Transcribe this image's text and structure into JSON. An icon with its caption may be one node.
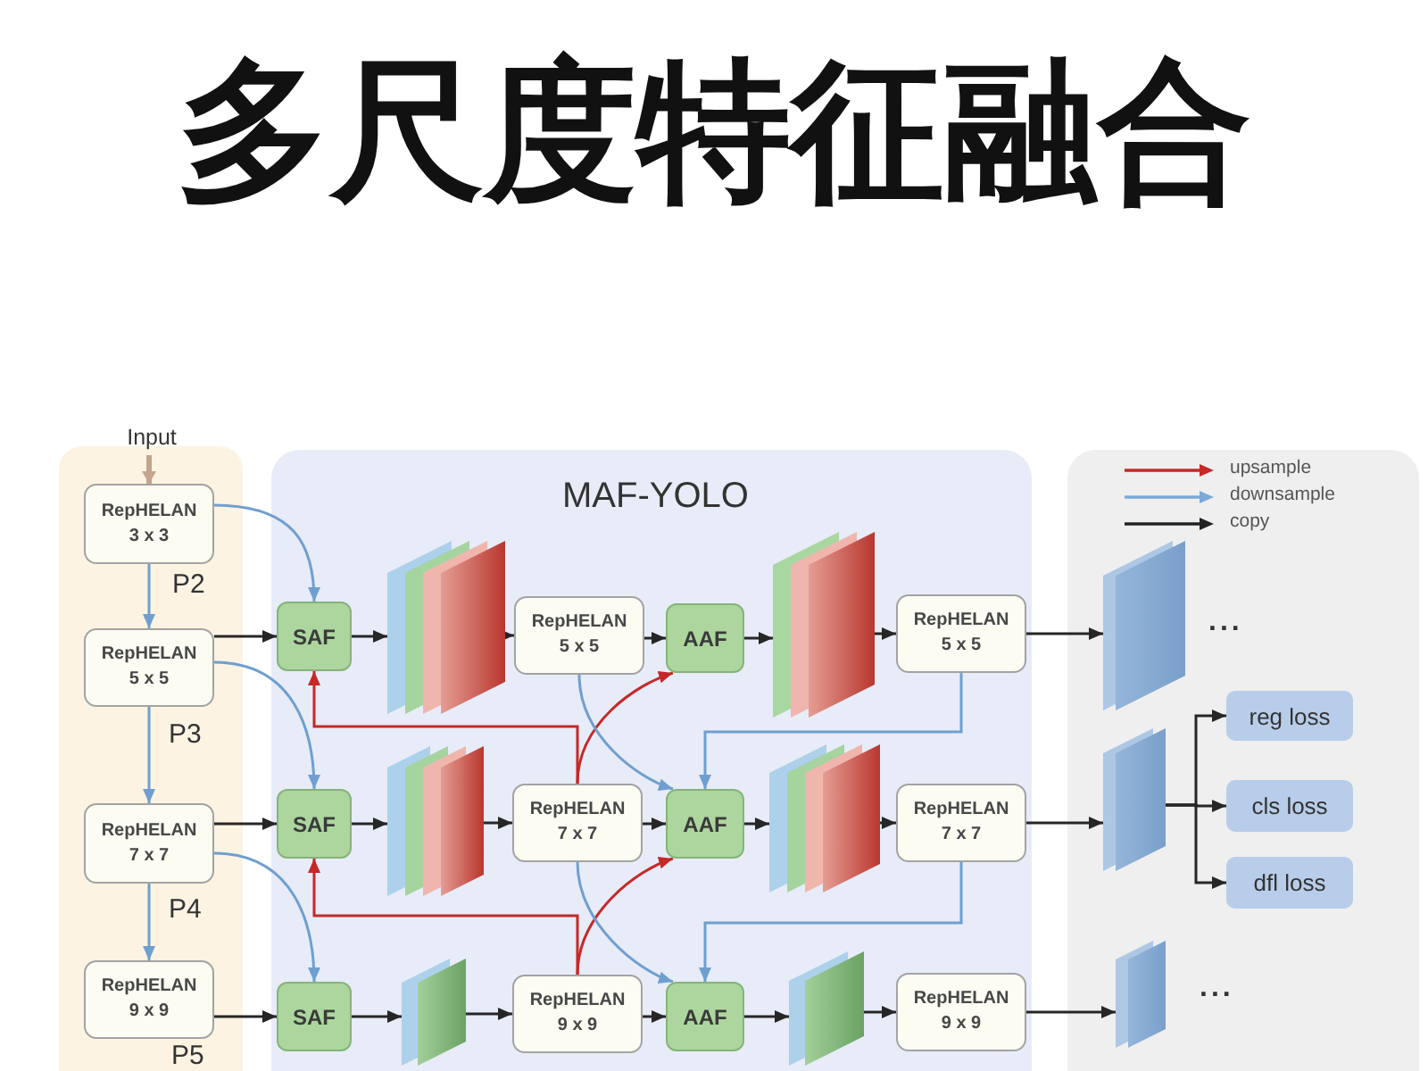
{
  "diagram": {
    "title": "多尺度特征融合",
    "nodes": [
      {
        "text": [
          "Input"
        ]
      },
      {
        "text": [],
        "shape": "box"
      },
      {
        "text": [
          "RepHELAN 3 x 3"
        ],
        "in": 1
      },
      {
        "text": [
          "RepHELAN 5 x 5"
        ],
        "in": 1
      },
      {
        "text": [
          "RepHELAN 7 x 7"
        ],
        "in": 1
      },
      {
        "text": [
          "RepHELAN 9 x 9"
        ],
        "in": 1
      },
      {
        "text": [
          "MAF-YOLO"
        ]
      },
      {
        "text": [
          "SAF"
        ],
        "in": 6
      },
      {
        "text": [],
        "shape": "cuboid",
        "in": 6
      },
      {
        "text": [
          "RepHELAN 5 x 5"
        ],
        "in": 6
      },
      {
        "text": [
          "AAF"
        ],
        "in": 6
      },
      {
        "text": [],
        "shape": "cuboid",
        "in": 6
      },
      {
        "text": [
          "RepHELAN 5 x 5"
        ],
        "in": 6
      },
      {
        "text": [
          "SAF"
        ],
        "in": 6
      },
      {
        "text": [],
        "shape": "cuboid",
        "in": 6
      },
      {
        "text": [
          "RepHELAN 7 x 7"
        ],
        "in": 6
      },
      {
        "text": [
          "AAF"
        ],
        "in": 6
      },
      {
        "text": [],
        "shape": "cuboid",
        "in": 6
      },
      {
        "text": [
          "RepHELAN 7 x 7"
        ],
        "in": 6
      },
      {
        "text": [
          "SAF"
        ],
        "in": 6
      },
      {
        "text": [],
        "shape": "cuboid",
        "in": 6
      },
      {
        "text": [
          "RepHELAN 9 x 9"
        ],
        "in": 6
      },
      {
        "text": [
          "AAF"
        ],
        "in": 6
      },
      {
        "text": [],
        "shape": "cuboid",
        "in": 6
      },
      {
        "text": [
          "RepHELAN 9 x 9"
        ],
        "in": 6
      },
      {
        "text": [],
        "shape": "box"
      },
      {
        "text": [],
        "shape": "cuboid",
        "in": 25
      },
      {
        "text": [
          "reg loss"
        ],
        "in": 25
      },
      {
        "text": [],
        "shape": "cuboid",
        "in": 25
      },
      {
        "text": [
          "cls loss"
        ],
        "in": 25
      },
      {
        "text": [
          "dfl loss"
        ],
        "in": 25
      },
      {
        "text": [],
        "shape": "cuboid",
        "in": 25
      }
    ],
    "edges": [
      {
        "from": 0,
        "to": 2,
        "arrow": "to",
        "style": "thick",
        "color": "#c4a48f"
      },
      {
        "from": 2,
        "to": 3,
        "arrow": "to",
        "color": "#6f9fd0",
        "label": "P2"
      },
      {
        "from": 3,
        "to": 4,
        "arrow": "to",
        "color": "#6f9fd0",
        "label": "P3"
      },
      {
        "from": 4,
        "to": 5,
        "arrow": "to",
        "color": "#6f9fd0",
        "label": "P4"
      },
      {
        "from": 2,
        "to": 7,
        "arrow": "to",
        "color": "#6f9fd0"
      },
      {
        "from": 3,
        "to": 7,
        "arrow": "to"
      },
      {
        "from": 3,
        "to": 13,
        "arrow": "to",
        "color": "#6f9fd0"
      },
      {
        "from": 4,
        "to": 13,
        "arrow": "to"
      },
      {
        "from": 4,
        "to": 19,
        "arrow": "to",
        "color": "#6f9fd0"
      },
      {
        "from": 5,
        "to": 19,
        "arrow": "to"
      },
      {
        "from": 7,
        "to": 8,
        "arrow": "to"
      },
      {
        "from": 8,
        "to": 9,
        "arrow": "to"
      },
      {
        "from": 9,
        "to": 10,
        "arrow": "to"
      },
      {
        "from": 10,
        "to": 11,
        "arrow": "to"
      },
      {
        "from": 11,
        "to": 12,
        "arrow": "to"
      },
      {
        "from": 12,
        "to": 26,
        "arrow": "to"
      },
      {
        "from": 15,
        "to": 7,
        "arrow": "to",
        "color": "#c62828"
      },
      {
        "from": 15,
        "to": 10,
        "arrow": "to",
        "color": "#c62828"
      },
      {
        "from": 9,
        "to": 16,
        "arrow": "to",
        "color": "#6f9fd0"
      },
      {
        "from": 12,
        "to": 16,
        "arrow": "to",
        "color": "#6f9fd0"
      },
      {
        "from": 13,
        "to": 14,
        "arrow": "to"
      },
      {
        "from": 14,
        "to": 15,
        "arrow": "to"
      },
      {
        "from": 15,
        "to": 16,
        "arrow": "to"
      },
      {
        "from": 16,
        "to": 17,
        "arrow": "to"
      },
      {
        "from": 17,
        "to": 18,
        "arrow": "to"
      },
      {
        "from": 18,
        "to": 28,
        "arrow": "to"
      },
      {
        "from": 21,
        "to": 13,
        "arrow": "to",
        "color": "#c62828"
      },
      {
        "from": 21,
        "to": 16,
        "arrow": "to",
        "color": "#c62828"
      },
      {
        "from": 15,
        "to": 22,
        "arrow": "to",
        "color": "#6f9fd0"
      },
      {
        "from": 18,
        "to": 22,
        "arrow": "to",
        "color": "#6f9fd0"
      },
      {
        "from": 19,
        "to": 20,
        "arrow": "to"
      },
      {
        "from": 20,
        "to": 21,
        "arrow": "to"
      },
      {
        "from": 21,
        "to": 22,
        "arrow": "to"
      },
      {
        "from": 22,
        "to": 23,
        "arrow": "to"
      },
      {
        "from": 23,
        "to": 24,
        "arrow": "to"
      },
      {
        "from": 24,
        "to": 31,
        "arrow": "to"
      },
      {
        "from": 28,
        "to": 27,
        "arrow": "to"
      },
      {
        "from": 28,
        "to": 29,
        "arrow": "to"
      },
      {
        "from": 28,
        "to": 30,
        "arrow": "to"
      }
    ],
    "labels": [
      "...",
      "...",
      "P5"
    ],
    "legend": [
      {
        "text": "upsample"
      },
      {
        "text": "downsample"
      },
      {
        "text": "copy"
      }
    ]
  }
}
